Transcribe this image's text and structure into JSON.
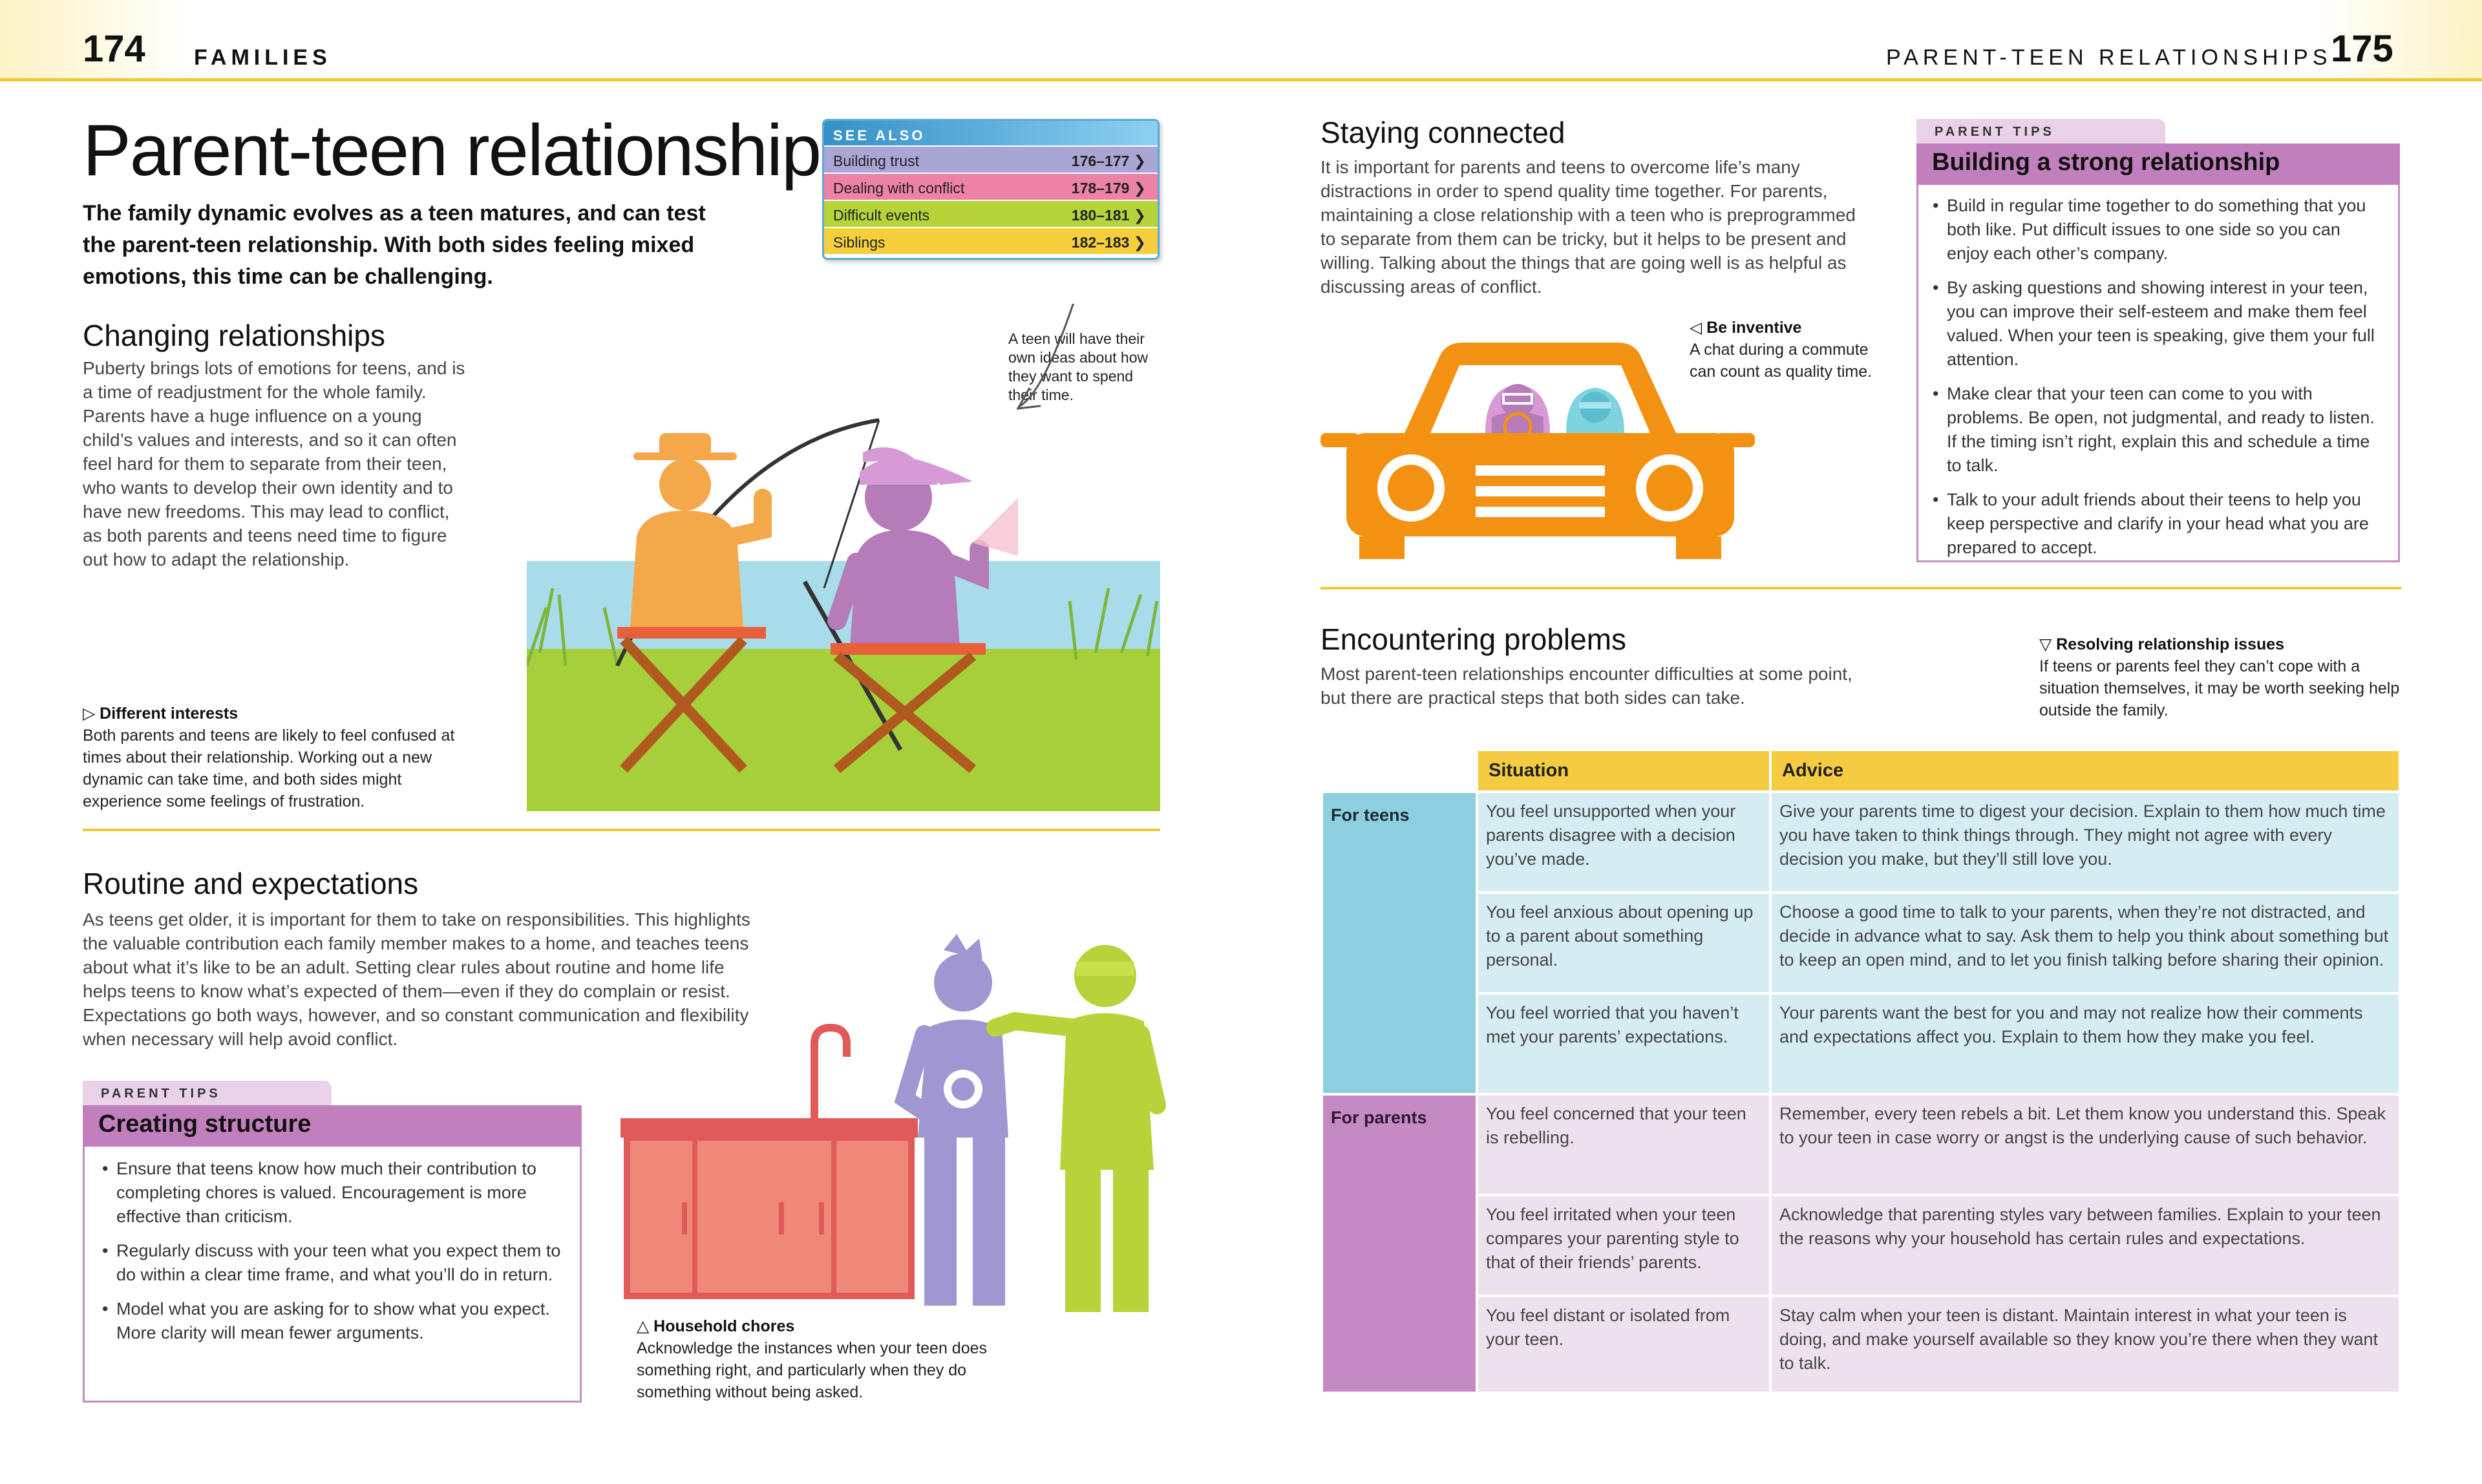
{
  "header": {
    "left_page": "174",
    "left_section": "FAMILIES",
    "right_section": "PARENT-TEEN RELATIONSHIPS",
    "right_page": "175"
  },
  "title": "Parent-teen relationships",
  "intro": "The family dynamic evolves as a teen matures, and can test the parent-teen relationship. With both sides feeling mixed emotions, this time can be challenging.",
  "see_also": {
    "label": "SEE ALSO",
    "items": [
      {
        "label": "Building trust",
        "pages": "176–177 ❯",
        "color": "#a9a6d6"
      },
      {
        "label": "Dealing with conflict",
        "pages": "178–179 ❯",
        "color": "#ee82a6"
      },
      {
        "label": "Difficult events",
        "pages": "180–181 ❯",
        "color": "#b6d43a"
      },
      {
        "label": "Siblings",
        "pages": "182–183 ❯",
        "color": "#f6cf3c"
      }
    ]
  },
  "changing": {
    "heading": "Changing relationships",
    "body": "Puberty brings lots of emotions for teens, and is a time of readjustment for the whole family. Parents have a huge influence on a young child’s values and interests, and so it can often feel hard for them to separate from their teen, who wants to develop their own identity and to have new freedoms. This may lead to conflict, as both parents and teens need time to figure out how to adapt the relationship."
  },
  "fishing_callout": "A teen will have their own ideas about how they want to spend their time.",
  "different_interests": {
    "title": "▷ Different interests",
    "body": "Both parents and teens are likely to feel confused at times about their relationship. Working out a new dynamic can take time, and both sides might experience some feelings of frustration."
  },
  "routine": {
    "heading": "Routine and expectations",
    "body": "As teens get older, it is important for them to take on responsibilities. This highlights the valuable contribution each family member makes to a home, and teaches teens about what it’s like to be an adult. Setting clear rules about routine and home life helps teens to know what’s expected of them—even if they do complain or resist. Expectations go both ways, however, and so constant communication and flexibility when necessary will help avoid conflict."
  },
  "creating_structure": {
    "band": "PARENT TIPS",
    "heading": "Creating structure",
    "items": [
      "Ensure that teens know how much their contribution to completing chores is valued. Encouragement is more effective than criticism.",
      "Regularly discuss with your teen what you expect them to do within a clear time frame, and what you’ll do in return.",
      "Model what you are asking for to show what you expect. More clarity will mean fewer arguments."
    ]
  },
  "household_chores": {
    "title": "△ Household chores",
    "body": "Acknowledge the instances when your teen does something right, and particularly when they do something without being asked."
  },
  "staying": {
    "heading": "Staying connected",
    "body": "It is important for parents and teens to overcome life’s many distractions in order to spend quality time together. For parents, maintaining a close relationship with a teen who is preprogrammed to separate from them can be tricky, but it helps to be present and willing. Talking about the things that are going well is as helpful as discussing areas of conflict."
  },
  "be_inventive": {
    "title": "◁ Be inventive",
    "body": "A chat during a commute can count as quality time."
  },
  "building": {
    "band": "PARENT TIPS",
    "heading": "Building a strong relationship",
    "items": [
      "Build in regular time together to do something that you both like. Put difficult issues to one side so you can enjoy each other’s company.",
      "By asking questions and showing interest in your teen, you can improve their self-esteem and make them feel valued. When your teen is speaking, give them your full attention.",
      "Make clear that your teen can come to you with problems. Be open, not judgmental, and ready to listen. If the timing isn’t right, explain this and schedule a time to talk.",
      "Talk to your adult friends about their teens to help you keep perspective and clarify in your head what you are prepared to accept."
    ]
  },
  "encountering": {
    "heading": "Encountering problems",
    "body": "Most parent-teen relationships encounter difficulties at some point, but there are practical steps that both sides can take."
  },
  "resolving": {
    "title": "▽ Resolving relationship issues",
    "body": "If teens or parents feel they can’t cope with a situation themselves, it may be worth seeking help outside the family."
  },
  "table": {
    "col_situation": "Situation",
    "col_advice": "Advice",
    "groups": [
      {
        "label": "For teens",
        "rows": [
          {
            "situation": "You feel unsupported when your parents disagree with a decision you’ve made.",
            "advice": "Give your parents time to digest your decision. Explain to them how much time you have taken to think things through. They might not agree with every decision you make, but they’ll still love you."
          },
          {
            "situation": "You feel anxious about opening up to a parent about something personal.",
            "advice": "Choose a good time to talk to your parents, when they’re not distracted, and decide in advance what to say. Ask them to help you think about something but to keep an open mind, and to let you finish talking before sharing their opinion."
          },
          {
            "situation": "You feel worried that you haven’t met your parents’ expectations.",
            "advice": "Your parents want the best for you and may not realize how their comments and expectations affect you. Explain to them how they make you feel."
          }
        ]
      },
      {
        "label": "For parents",
        "rows": [
          {
            "situation": "You feel concerned that your teen is rebelling.",
            "advice": "Remember, every teen rebels a bit. Let them know you understand this. Speak to your teen in case worry or angst is the underlying cause of such behavior."
          },
          {
            "situation": "You feel irritated when your teen compares your parenting style to that of their friends’ parents.",
            "advice": "Acknowledge that parenting styles vary between families. Explain to your teen the reasons why your household has certain rules and expectations."
          },
          {
            "situation": "You feel distant or isolated from your teen.",
            "advice": "Stay calm when your teen is distant. Maintain interest in what your teen is doing, and make yourself available so they know you’re there when they want to talk."
          }
        ]
      }
    ]
  },
  "colors": {
    "accent_yellow": "#f3c733",
    "tip_purple": "#c27fbd",
    "teen_blue": "#8ecfdf",
    "parent_orange": "#f5a84a",
    "teen_purple": "#b57cb9",
    "green": "#b6d43a"
  }
}
